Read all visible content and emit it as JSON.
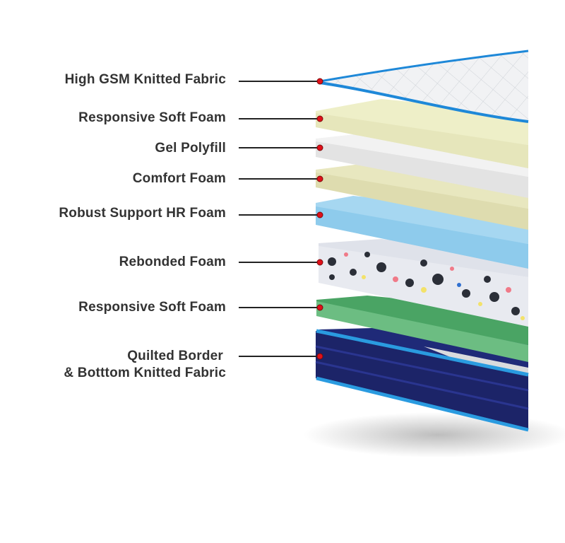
{
  "layers": [
    {
      "label": "High GSM Knitted Fabric"
    },
    {
      "label": "Responsive Soft Foam"
    },
    {
      "label": "Gel Polyfill"
    },
    {
      "label": "Comfort Foam"
    },
    {
      "label": "Robust Support HR Foam"
    },
    {
      "label": "Rebonded Foam"
    },
    {
      "label": "Responsive Soft Foam"
    },
    {
      "label": "Quilted Border",
      "label2": "& Botttom Knitted Fabric"
    }
  ],
  "colors": {
    "label_text": "#333333",
    "pointer_line": "#222222",
    "pointer_dot": "#e0101a",
    "fabric": "#eef0f2",
    "fabric_border": "#1e88d8",
    "soft_foam": "#ecedc4",
    "gel": "#ececec",
    "comfort": "#e3e2b6",
    "hr_foam": "#9fd3ef",
    "rebonded": "#e6e8ee",
    "green_foam": "#4fa86a",
    "navy": "#1c2468",
    "navy_border": "#2a9be0"
  }
}
